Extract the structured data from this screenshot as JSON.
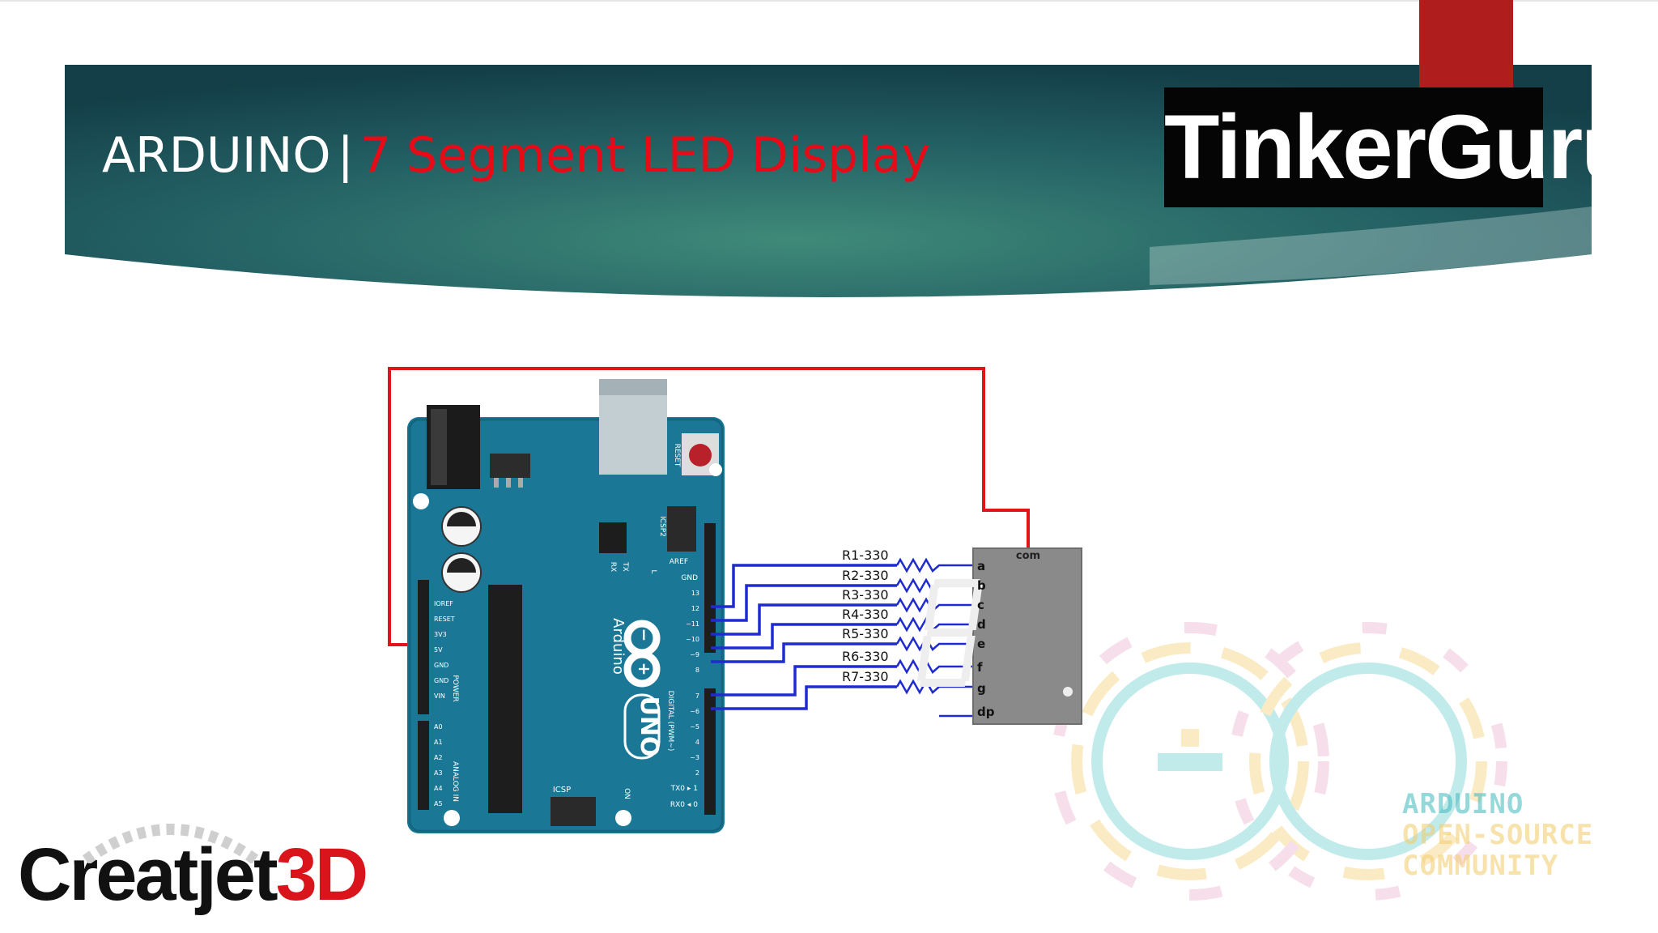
{
  "slide": {
    "title_prefix": "ARDUINO",
    "title_separator": "|",
    "title_highlight": "7 Segment LED Display",
    "colors": {
      "banner_dark": "#164a4f",
      "banner_light": "#3d8a7a",
      "accent_red": "#b01d1d",
      "title_highlight": "#e60b16"
    }
  },
  "logos": {
    "tinkerguru": "TinkerGuru",
    "creatjet3d_prefix": "Creatjet",
    "creatjet3d_suffix": "3D"
  },
  "watermark": {
    "line1": "ARDUINO",
    "line2": "OPEN-SOURCE",
    "line3": "COMMUNITY"
  },
  "board": {
    "name": "UNO",
    "brand": "Arduino",
    "labels": {
      "reset": "RESET",
      "icsp2": "ICSP2",
      "icsp": "ICSP",
      "aref": "AREF",
      "gnd": "GND",
      "tx": "TX",
      "rx": "RX",
      "l": "L",
      "on": "ON",
      "power": "POWER",
      "analog_in": "ANALOG IN",
      "digital": "DIGITAL (PWM~)",
      "txo": "TX0 ▸ 1",
      "rxo": "RX0 ◂ 0"
    },
    "power_pins": [
      "IOREF",
      "RESET",
      "3V3",
      "5V",
      "GND",
      "GND",
      "VIN"
    ],
    "analog_pins": [
      "A0",
      "A1",
      "A2",
      "A3",
      "A4",
      "A5"
    ],
    "digital_pins": [
      "13",
      "12",
      "~11",
      "~10",
      "~9",
      "8",
      "7",
      "~6",
      "~5",
      "4",
      "~3",
      "2"
    ]
  },
  "resistors": [
    "R1-330",
    "R2-330",
    "R3-330",
    "R4-330",
    "R5-330",
    "R6-330",
    "R7-330"
  ],
  "display": {
    "common_label": "com",
    "segment_labels": [
      "a",
      "b",
      "c",
      "d",
      "e",
      "f",
      "g",
      "dp"
    ]
  }
}
